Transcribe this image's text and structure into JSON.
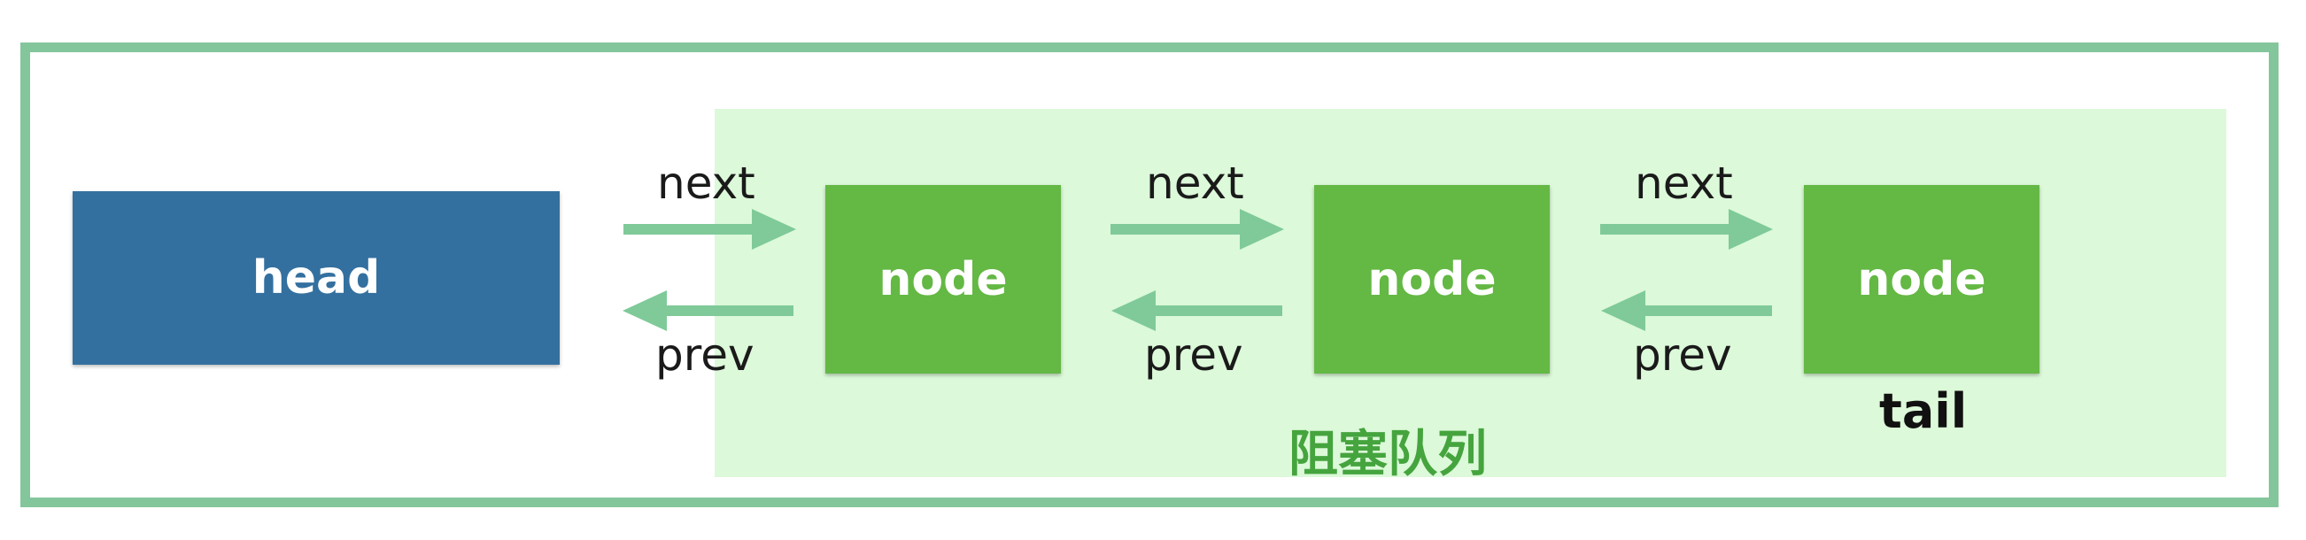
{
  "diagram": {
    "head_label": "head",
    "nodes": [
      {
        "label": "node"
      },
      {
        "label": "node"
      },
      {
        "label": "node"
      }
    ],
    "links": [
      {
        "next_label": "next",
        "prev_label": "prev"
      },
      {
        "next_label": "next",
        "prev_label": "prev"
      },
      {
        "next_label": "next",
        "prev_label": "prev"
      }
    ],
    "tail_label": "tail",
    "queue_label": "阻塞队列"
  },
  "colors": {
    "frame_border": "#84c69c",
    "queue_background": "#dcf9d9",
    "head_fill": "#33709f",
    "node_fill": "#64b844",
    "arrow": "#7fca98",
    "queue_label": "#45a43e"
  }
}
